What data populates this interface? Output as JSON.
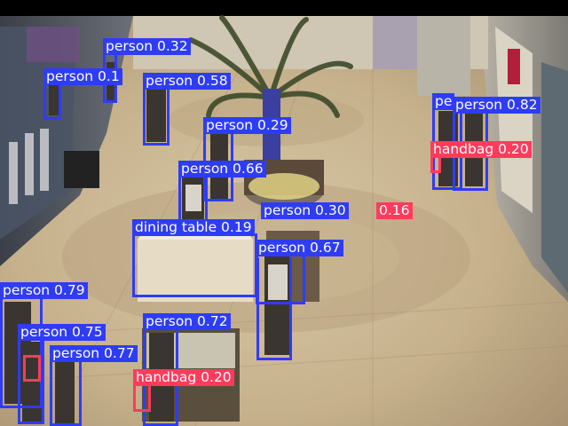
{
  "colors": {
    "person": "#2f3cf5",
    "handbag": "#ff3b5c",
    "dining_table": "#2f3cf5"
  },
  "detections": [
    {
      "label": "person 0.32"
    },
    {
      "label": "person 0.1"
    },
    {
      "label": "person 0.58"
    },
    {
      "label": "person 0.29"
    },
    {
      "label": "person 0.66"
    },
    {
      "label": "pe"
    },
    {
      "label": "person 0.82"
    },
    {
      "label": "handbag 0.20"
    },
    {
      "label": "person 0.30"
    },
    {
      "label": "0.16"
    },
    {
      "label": "dining table 0.19"
    },
    {
      "label": "person 0.67"
    },
    {
      "label": "person 0.79"
    },
    {
      "label": "person 0.75"
    },
    {
      "label": "person 0.77"
    },
    {
      "label": "person 0.72"
    },
    {
      "label": "handbag 0.20"
    }
  ]
}
